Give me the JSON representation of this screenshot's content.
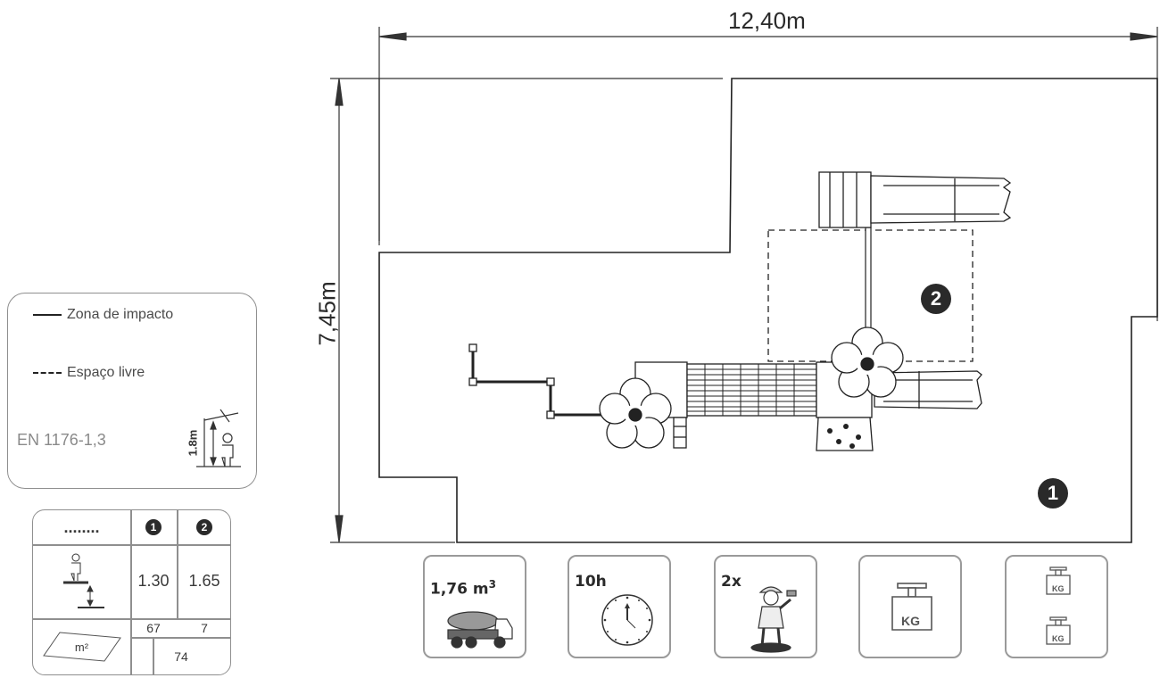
{
  "dimensions": {
    "width_label": "12,40m",
    "height_label": "7,45m"
  },
  "zones": {
    "marker_1": "1",
    "marker_2": "2"
  },
  "legend": {
    "impact_zone": "Zona de impacto",
    "free_space": "Espaço livre",
    "standard": "EN 1176-1,3",
    "height": "1.8m"
  },
  "table": {
    "header": {
      "col0": "........",
      "col1": "1",
      "col2": "2"
    },
    "fall_height": {
      "v1": "1.30",
      "v2": "1.65"
    },
    "area": {
      "unit": "m²",
      "v1": "67",
      "v2": "7",
      "total": "74"
    }
  },
  "cards": {
    "concrete": {
      "value": "1,76 m",
      "sup": "3"
    },
    "time": {
      "value": "10h"
    },
    "workers": {
      "value": "2x"
    },
    "weight_single": {
      "label": "KG"
    },
    "weight_double": {
      "label_top": "KG",
      "label_bottom": "KG"
    }
  }
}
